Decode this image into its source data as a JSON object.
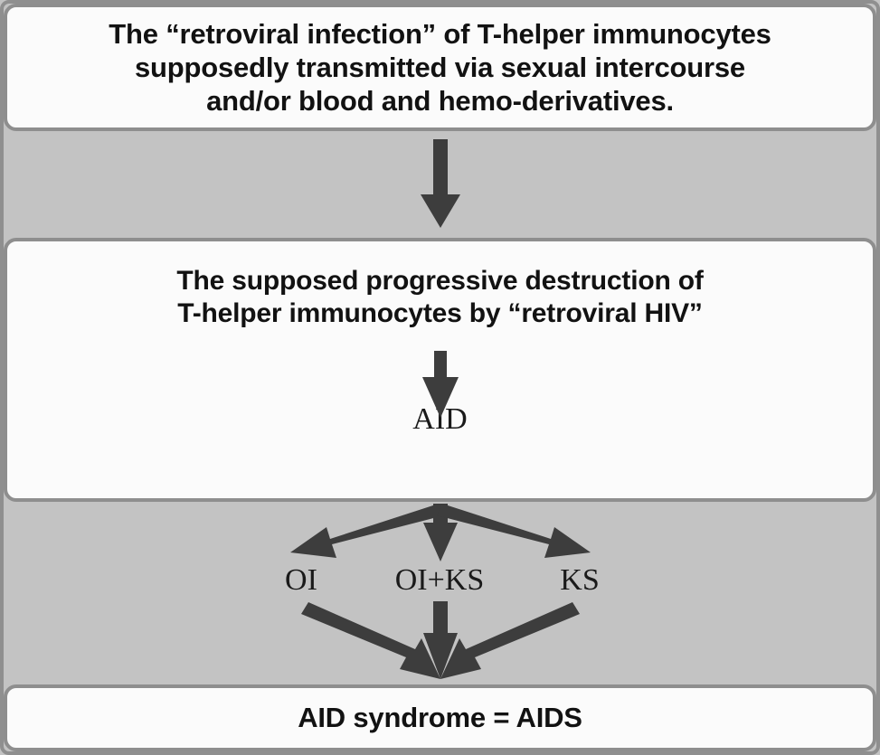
{
  "diagram": {
    "title_flow": "AIDS hypothesis flow diagram",
    "colors": {
      "background_gray": "#c3c3c3",
      "panel_fill": "#fbfbfb",
      "panel_border": "#8e8e8e",
      "arrow": "#3d3d3d",
      "text": "#121212"
    },
    "boxes": [
      {
        "id": "box-top",
        "text": "The “retroviral infection” of T-helper immunocytes\nsupposedly transmitted via sexual intercourse\nand/or blood and hemo-derivatives."
      },
      {
        "id": "box-middle",
        "heading": "The supposed progressive destruction of\nT-helper immunocytes by “retroviral HIV”",
        "node_label": "AID"
      },
      {
        "id": "box-bottom",
        "text": "AID syndrome = AIDS"
      }
    ],
    "branch_labels": [
      "OI",
      "OI+KS",
      "KS"
    ],
    "arrows": [
      {
        "name": "arrow-top-to-middle",
        "direction": "down"
      },
      {
        "name": "arrow-middle-heading-to-aid",
        "direction": "down"
      },
      {
        "name": "arrow-aid-to-oi",
        "direction": "down-left"
      },
      {
        "name": "arrow-aid-to-oi-ks",
        "direction": "down"
      },
      {
        "name": "arrow-aid-to-ks",
        "direction": "down-right"
      },
      {
        "name": "arrow-oi-to-aids",
        "direction": "down-right"
      },
      {
        "name": "arrow-oi-ks-to-aids",
        "direction": "down"
      },
      {
        "name": "arrow-ks-to-aids",
        "direction": "down-left"
      }
    ]
  }
}
